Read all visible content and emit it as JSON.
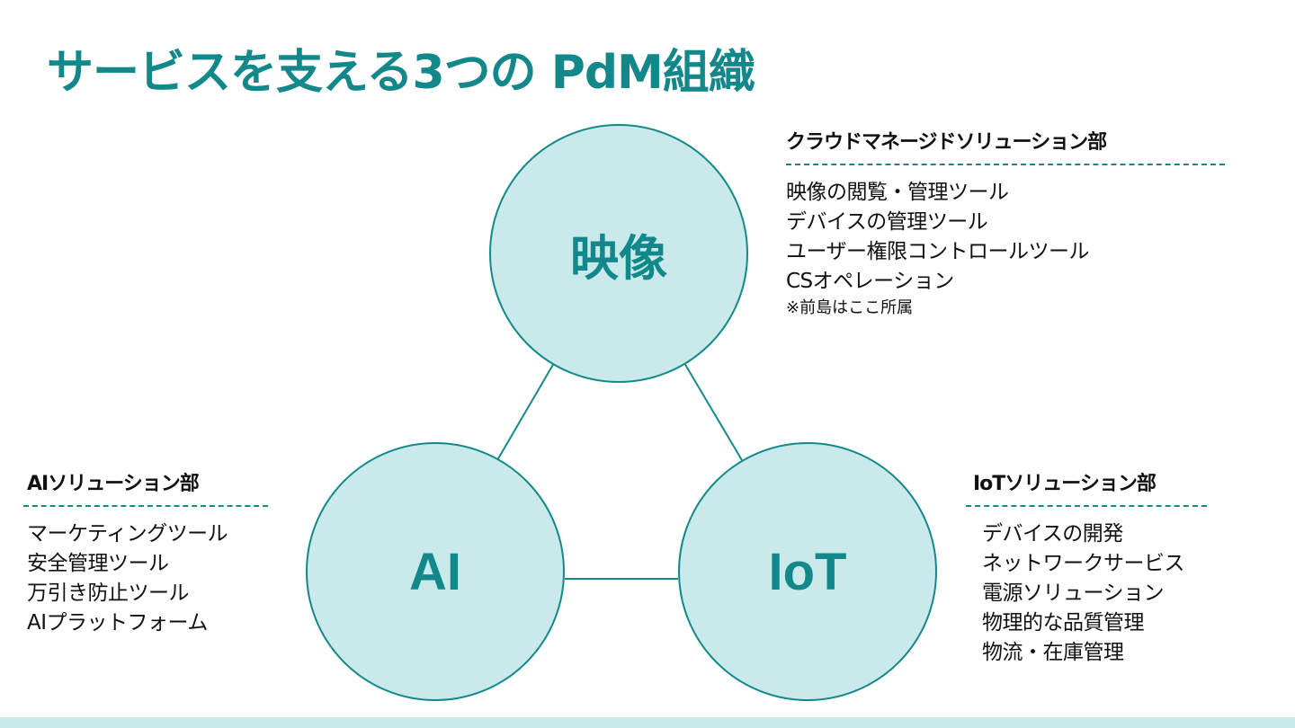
{
  "title": "サービスを支える3つの PdM組織",
  "nodes": {
    "video": "映像",
    "ai": "AI",
    "iot": "IoT"
  },
  "departments": {
    "cloud": {
      "title": "クラウドマネージドソリューション部",
      "items": [
        "映像の閲覧・管理ツール",
        "デバイスの管理ツール",
        "ユーザー権限コントロールツール",
        "CSオペレーション"
      ],
      "note": "※前島はここ所属"
    },
    "ai": {
      "title": "AIソリューション部",
      "items": [
        "マーケティングツール",
        "安全管理ツール",
        "万引き防止ツール",
        "AIプラットフォーム"
      ]
    },
    "iot": {
      "title": "IoTソリューション部",
      "items": [
        "デバイスの開発",
        "ネットワークサービス",
        "電源ソリューション",
        "物理的な品質管理",
        "物流・在庫管理"
      ]
    }
  },
  "colors": {
    "accent": "#12888a",
    "node_fill": "#c9e9ea",
    "node_stroke": "#14898b",
    "text": "#111111"
  }
}
